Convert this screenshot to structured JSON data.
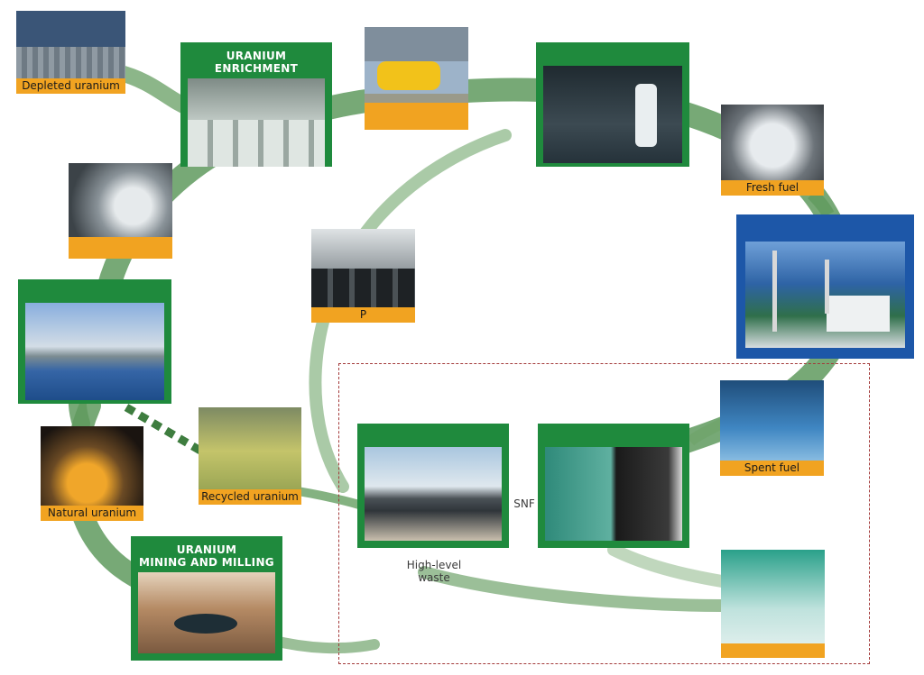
{
  "title_enrichment": "URANIUM ENRICHMENT",
  "title_mining": "URANIUM\nMINING AND MILLING",
  "captions": {
    "depleted_uranium": "Depleted uranium",
    "fresh_fuel": "Fresh fuel",
    "spent_fuel": "Spent fuel",
    "recycled_uranium": "Recycled uranium",
    "natural_uranium": "Natural uranium",
    "plutonium_partial": "P"
  },
  "labels": {
    "snf": "SNF",
    "high_level_waste": "High-level\nwaste"
  },
  "colors": {
    "frame_green": "#1f8a3d",
    "frame_blue": "#1d57a8",
    "caption_orange": "#f1a321",
    "flow_green": "#6fa46b",
    "dashed_border": "#a33a3a"
  }
}
